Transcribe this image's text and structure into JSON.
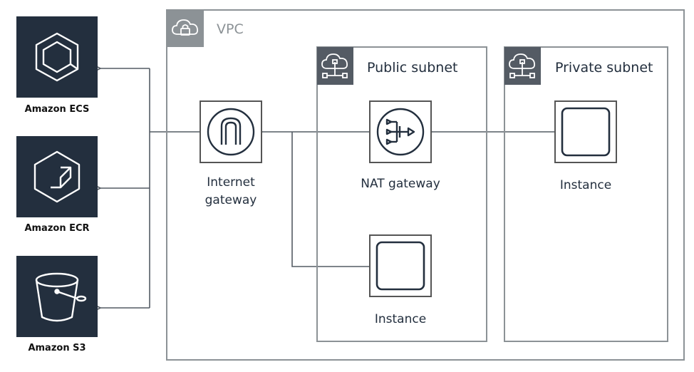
{
  "services": [
    {
      "label": "Amazon ECS",
      "icon": "ecs-icon"
    },
    {
      "label": "Amazon ECR",
      "icon": "ecr-icon"
    },
    {
      "label": "Amazon S3",
      "icon": "s3-bucket-icon"
    }
  ],
  "vpc": {
    "title": "VPC",
    "icon": "cloud-lock-icon"
  },
  "public_subnet": {
    "title": "Public subnet",
    "icon": "cloud-network-icon"
  },
  "private_subnet": {
    "title": "Private subnet",
    "icon": "cloud-network-icon"
  },
  "nodes": {
    "internet_gateway": {
      "line1": "Internet",
      "line2": "gateway",
      "icon": "internet-gateway-icon"
    },
    "nat_gateway": {
      "label": "NAT gateway",
      "icon": "nat-gateway-icon"
    },
    "private_instance": {
      "label": "Instance",
      "icon": "instance-icon"
    },
    "public_instance": {
      "label": "Instance",
      "icon": "instance-icon"
    }
  },
  "colors": {
    "dark": "#232f3e",
    "grey_header": "#8c9296",
    "subnet_header": "#545b64",
    "line": "#545b64"
  }
}
